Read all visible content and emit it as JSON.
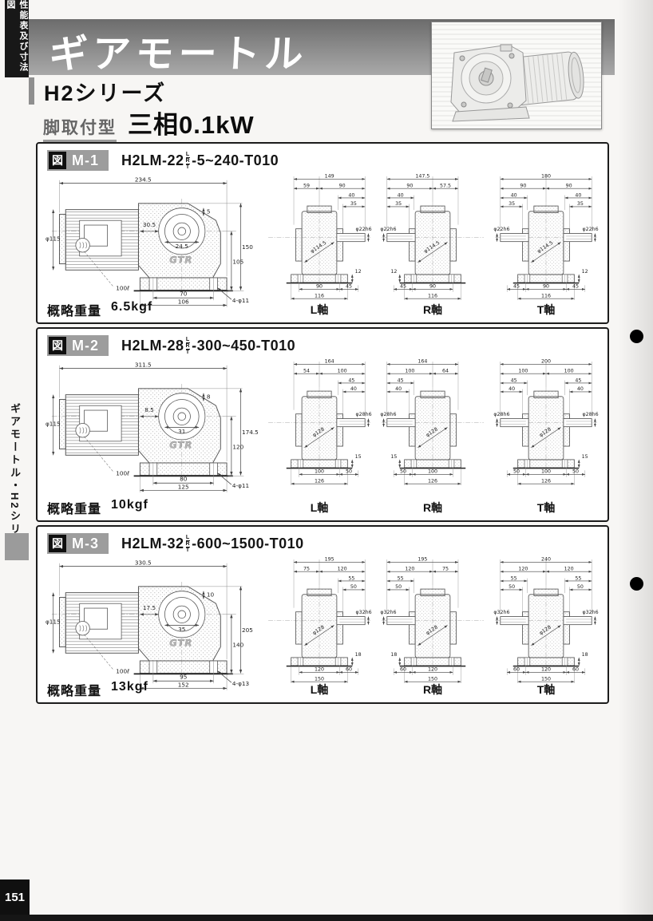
{
  "page": {
    "corner_tab_text": "性能表及び寸法図",
    "spine_text": "ギアモートル・H2シリーズ",
    "page_number": "151",
    "title": "ギアモートル",
    "series": "H2シリーズ",
    "mount_type": "脚取付型",
    "power": "三相0.1kW"
  },
  "colors": {
    "header_band_top": "#6c6c6c",
    "header_band_bottom": "#a9a9a9",
    "tab_black": "#181818",
    "badge_gray": "#9d9d9d",
    "panel_border": "#1c1c1c",
    "paper": "#f7f6f4"
  },
  "panels": [
    {
      "figure_tag": "図",
      "figure_num": "M-1",
      "model_prefix": "H2LM-22",
      "shaft_stack": [
        "L",
        "R",
        "T"
      ],
      "model_suffix": "-5~240-T010",
      "weight_label": "概略重量",
      "weight_value": "6.5kgf",
      "logo": "GTR",
      "side_view": {
        "total_length": "234.5",
        "motor_dia": "φ115",
        "gear_offset": "30.5",
        "key_height": "5",
        "shaft_inset": "24.5",
        "shaft_height": "105",
        "total_height": "150",
        "foot_span": "70",
        "foot_length": "106",
        "bolt_holes": "4-φ11",
        "lead_length": "100ℓ"
      },
      "axis_views": [
        {
          "label": "L軸",
          "shaft": "right",
          "total": "149",
          "seg_left": "59",
          "seg_right": "90",
          "off_a": "40",
          "off_b": "35",
          "shaft_dia": "φ22h6",
          "body_dia": "φ114.5",
          "foot_h": "12",
          "bot_left": "",
          "bot_mid": "90",
          "bot_right": "45",
          "bot_total": "116"
        },
        {
          "label": "R軸",
          "shaft": "left",
          "total": "147.5",
          "seg_left": "90",
          "seg_right": "57.5",
          "off_a": "40",
          "off_b": "35",
          "shaft_dia": "φ22h6",
          "body_dia": "φ114.5",
          "foot_h": "12",
          "bot_left": "45",
          "bot_mid": "90",
          "bot_right": "",
          "bot_total": "116"
        },
        {
          "label": "T軸",
          "shaft": "both",
          "total": "180",
          "seg_left": "90",
          "seg_right": "90",
          "off_a": "40",
          "off_b": "35",
          "shaft_dia": "φ22h6",
          "body_dia": "φ114.5",
          "foot_h": "12",
          "bot_left": "45",
          "bot_mid": "90",
          "bot_right": "45",
          "bot_total": "116"
        }
      ]
    },
    {
      "figure_tag": "図",
      "figure_num": "M-2",
      "model_prefix": "H2LM-28",
      "shaft_stack": [
        "L",
        "R",
        "T"
      ],
      "model_suffix": "-300~450-T010",
      "weight_label": "概略重量",
      "weight_value": "10kgf",
      "logo": "GTR",
      "side_view": {
        "total_length": "311.5",
        "motor_dia": "φ115",
        "gear_offset": "8.5",
        "key_height": "8",
        "shaft_inset": "31",
        "shaft_height": "120",
        "total_height": "174.5",
        "foot_span": "80",
        "foot_length": "125",
        "bolt_holes": "4-φ11",
        "lead_length": "100ℓ"
      },
      "axis_views": [
        {
          "label": "L軸",
          "shaft": "right",
          "total": "164",
          "seg_left": "54",
          "seg_right": "100",
          "off_a": "45",
          "off_b": "40",
          "shaft_dia": "φ28h6",
          "body_dia": "φ128",
          "foot_h": "15",
          "bot_left": "",
          "bot_mid": "100",
          "bot_right": "50",
          "bot_total": "126"
        },
        {
          "label": "R軸",
          "shaft": "left",
          "total": "164",
          "seg_left": "100",
          "seg_right": "64",
          "off_a": "45",
          "off_b": "40",
          "shaft_dia": "φ28h6",
          "body_dia": "φ128",
          "foot_h": "15",
          "bot_left": "50",
          "bot_mid": "100",
          "bot_right": "",
          "bot_total": "126"
        },
        {
          "label": "T軸",
          "shaft": "both",
          "total": "200",
          "seg_left": "100",
          "seg_right": "100",
          "off_a": "45",
          "off_b": "40",
          "shaft_dia": "φ28h6",
          "body_dia": "φ128",
          "foot_h": "15",
          "bot_left": "50",
          "bot_mid": "100",
          "bot_right": "50",
          "bot_total": "126"
        }
      ]
    },
    {
      "figure_tag": "図",
      "figure_num": "M-3",
      "model_prefix": "H2LM-32",
      "shaft_stack": [
        "L",
        "R",
        "T"
      ],
      "model_suffix": "-600~1500-T010",
      "weight_label": "概略重量",
      "weight_value": "13kgf",
      "logo": "GTR",
      "side_view": {
        "total_length": "330.5",
        "motor_dia": "φ115",
        "gear_offset": "17.5",
        "key_height": "10",
        "shaft_inset": "35",
        "shaft_height": "140",
        "total_height": "205",
        "foot_span": "95",
        "foot_length": "152",
        "bolt_holes": "4-φ13",
        "lead_length": "100ℓ"
      },
      "axis_views": [
        {
          "label": "L軸",
          "shaft": "right",
          "total": "195",
          "seg_left": "75",
          "seg_right": "120",
          "off_a": "55",
          "off_b": "50",
          "shaft_dia": "φ32h6",
          "body_dia": "φ128",
          "foot_h": "18",
          "bot_left": "",
          "bot_mid": "120",
          "bot_right": "60",
          "bot_total": "150"
        },
        {
          "label": "R軸",
          "shaft": "left",
          "total": "195",
          "seg_left": "120",
          "seg_right": "75",
          "off_a": "55",
          "off_b": "50",
          "shaft_dia": "φ32h6",
          "body_dia": "φ128",
          "foot_h": "18",
          "bot_left": "60",
          "bot_mid": "120",
          "bot_right": "",
          "bot_total": "150"
        },
        {
          "label": "T軸",
          "shaft": "both",
          "total": "240",
          "seg_left": "120",
          "seg_right": "120",
          "off_a": "55",
          "off_b": "50",
          "shaft_dia": "φ32h6",
          "body_dia": "φ128",
          "foot_h": "18",
          "bot_left": "60",
          "bot_mid": "120",
          "bot_right": "60",
          "bot_total": "150"
        }
      ]
    }
  ]
}
